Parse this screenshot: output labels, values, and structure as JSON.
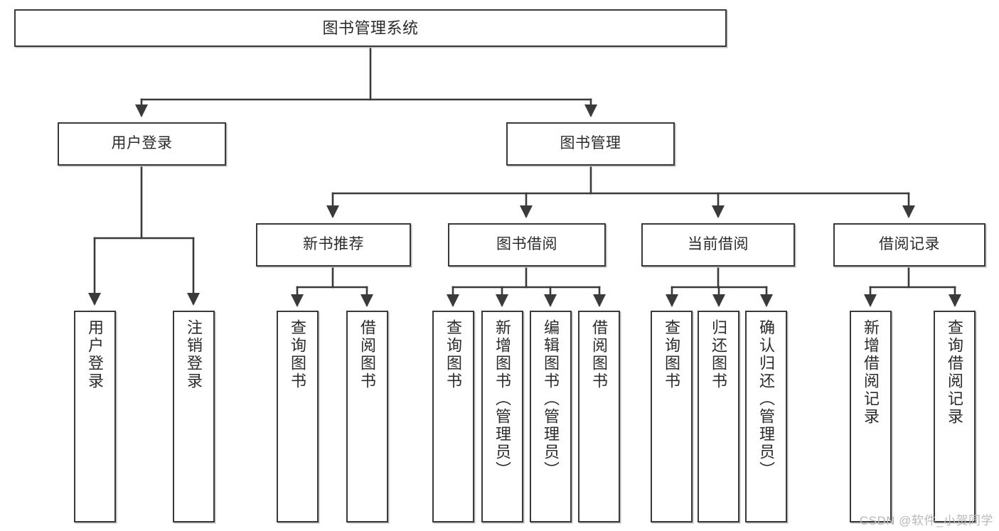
{
  "diagram": {
    "type": "tree",
    "title": "图书管理系统",
    "watermark": "CSDN @软件_小贺同学",
    "root": {
      "id": "root",
      "label": "图书管理系统",
      "orientation": "horizontal"
    },
    "level1": [
      {
        "id": "user-login",
        "label": "用户登录",
        "orientation": "horizontal"
      },
      {
        "id": "book-manage",
        "label": "图书管理",
        "orientation": "horizontal"
      }
    ],
    "level2": [
      {
        "id": "new-book-recommend",
        "label": "新书推荐",
        "orientation": "horizontal",
        "parent": "book-manage"
      },
      {
        "id": "book-borrow",
        "label": "图书借阅",
        "orientation": "horizontal",
        "parent": "book-manage"
      },
      {
        "id": "current-borrow",
        "label": "当前借阅",
        "orientation": "horizontal",
        "parent": "book-manage"
      },
      {
        "id": "borrow-record",
        "label": "借阅记录",
        "orientation": "horizontal",
        "parent": "book-manage"
      }
    ],
    "leaves": [
      {
        "id": "leaf-user-login",
        "label": "用户登录",
        "parent": "user-login"
      },
      {
        "id": "leaf-user-logout",
        "label": "注销登录",
        "parent": "user-login"
      },
      {
        "id": "leaf-query-book-1",
        "label": "查询图书",
        "parent": "new-book-recommend"
      },
      {
        "id": "leaf-borrow-book-1",
        "label": "借阅图书",
        "parent": "new-book-recommend"
      },
      {
        "id": "leaf-query-book-2",
        "label": "查询图书",
        "parent": "book-borrow"
      },
      {
        "id": "leaf-add-book",
        "label": "新增图书（管理员）",
        "parent": "book-borrow"
      },
      {
        "id": "leaf-edit-book",
        "label": "编辑图书（管理员）",
        "parent": "book-borrow"
      },
      {
        "id": "leaf-borrow-book-2",
        "label": "借阅图书",
        "parent": "book-borrow"
      },
      {
        "id": "leaf-query-book-3",
        "label": "查询图书",
        "parent": "current-borrow"
      },
      {
        "id": "leaf-return-book",
        "label": "归还图书",
        "parent": "current-borrow"
      },
      {
        "id": "leaf-confirm-return",
        "label": "确认归还（管理员）",
        "parent": "current-borrow"
      },
      {
        "id": "leaf-add-record",
        "label": "新增借阅记录",
        "parent": "borrow-record"
      },
      {
        "id": "leaf-query-record",
        "label": "查询借阅记录",
        "parent": "borrow-record"
      }
    ],
    "colors": {
      "stroke": "#3a3a3a",
      "fill": "#ffffff",
      "text": "#2b2b2b",
      "watermark": "#b8b8b8"
    }
  }
}
